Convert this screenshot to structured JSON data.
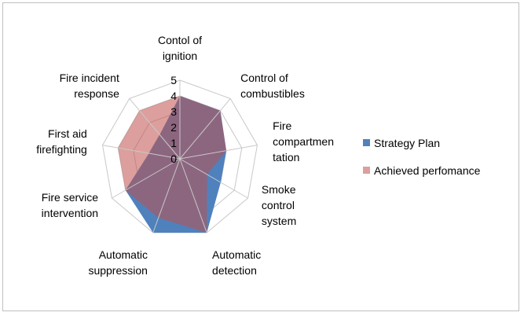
{
  "chart_data": {
    "type": "radar",
    "title": "",
    "categories": [
      "Contol of ignition",
      "Control of combustibles",
      "Fire compartmen tation",
      "Smoke control system",
      "Automatic detection",
      "Automatic suppression",
      "Fire service intervention",
      "First aid firefighting",
      "Fire incident response"
    ],
    "category_lines": [
      [
        "Contol of",
        "ignition"
      ],
      [
        "Control of",
        "combustibles"
      ],
      [
        "Fire",
        "compartmen",
        "tation"
      ],
      [
        "Smoke",
        "control",
        "system"
      ],
      [
        "Automatic",
        "detection"
      ],
      [
        "Automatic",
        "suppression"
      ],
      [
        "Fire service",
        "intervention"
      ],
      [
        "First aid",
        "firefighting"
      ],
      [
        "Fire incident",
        "response"
      ]
    ],
    "rlim": [
      0,
      5
    ],
    "ticks": [
      0,
      1,
      2,
      3,
      4,
      5
    ],
    "series": [
      {
        "name": "Strategy Plan",
        "color": "#4f81bd",
        "values": [
          4,
          4,
          3,
          3,
          5,
          5,
          4,
          2,
          2
        ]
      },
      {
        "name": "Achieved perfomance",
        "color": "#c0504d",
        "values": [
          4,
          4,
          3,
          2,
          5,
          4,
          4,
          4,
          4
        ]
      }
    ],
    "legend_position": "right",
    "grid": true
  }
}
